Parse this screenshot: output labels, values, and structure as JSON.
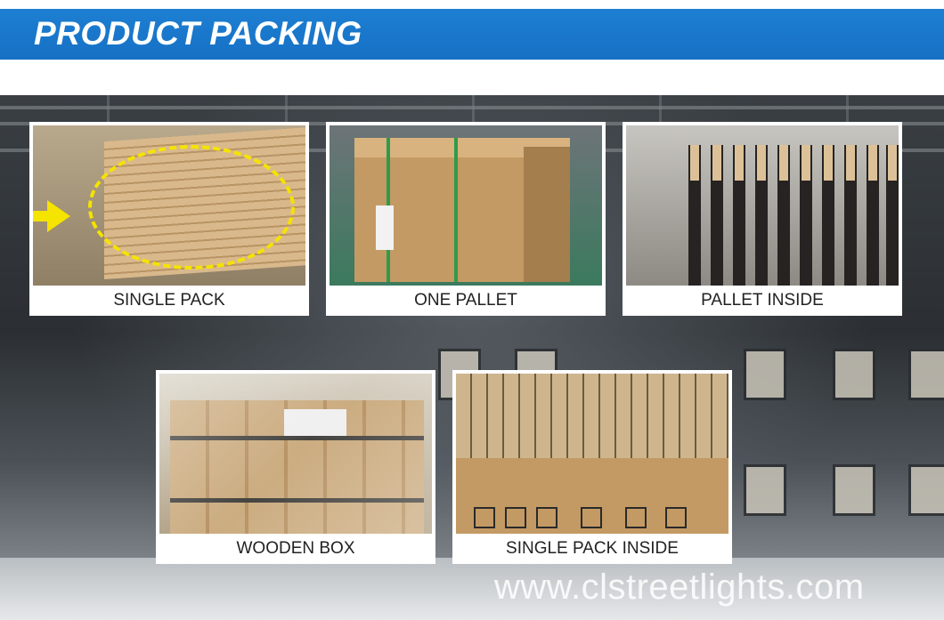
{
  "header": {
    "title": "PRODUCT PACKING"
  },
  "cards": [
    {
      "caption": "SINGLE PACK"
    },
    {
      "caption": "ONE PALLET"
    },
    {
      "caption": "PALLET INSIDE"
    },
    {
      "caption": "WOODEN BOX"
    },
    {
      "caption": "SINGLE PACK INSIDE"
    }
  ],
  "footer": {
    "watermark": "www.clstreetlights.com"
  },
  "colors": {
    "banner": "#1d7fd3",
    "highlight": "#f5e300"
  }
}
